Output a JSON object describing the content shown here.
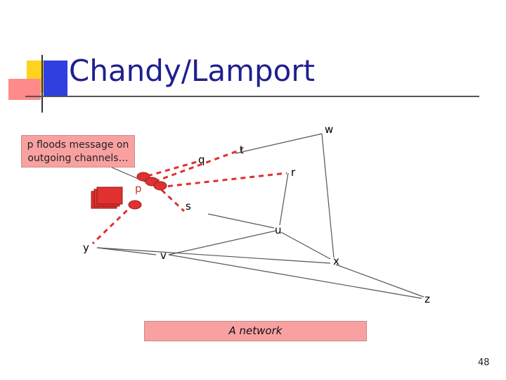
{
  "slide": {
    "title": "Chandy/Lamport",
    "page_number": "48"
  },
  "callout": {
    "line1": "p floods message on",
    "line2": "outgoing channels…"
  },
  "caption": "A network",
  "nodes": {
    "p": "p",
    "q": "q",
    "t": "t",
    "w": "w",
    "r": "r",
    "s": "s",
    "u": "u",
    "y": "y",
    "v": "v",
    "x": "x",
    "z": "z"
  },
  "colors": {
    "title": "#1f1f8f",
    "marker": "#e03030",
    "callout_fill": "#f9a1a1",
    "edge": "#555555",
    "decoration_yellow": "#ffd21f",
    "decoration_blue": "#2f3fe0",
    "decoration_pink": "#ff8a8a"
  }
}
